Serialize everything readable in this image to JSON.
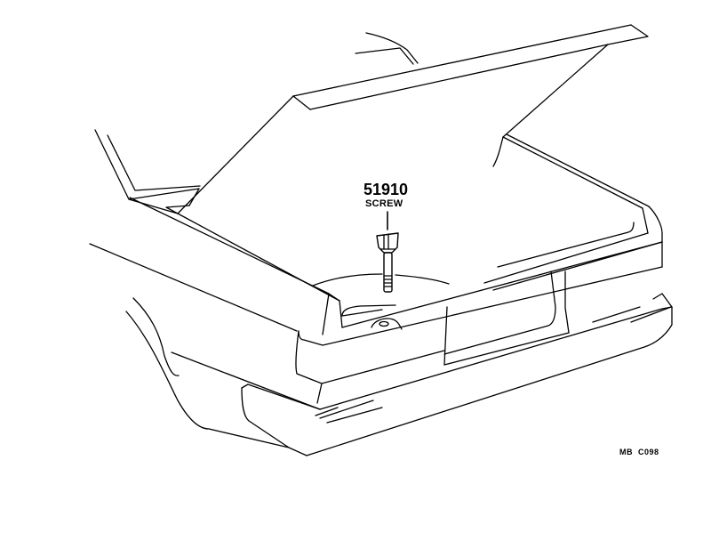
{
  "diagram": {
    "subject": "Rear trunk lid (open) with screw part callout",
    "callouts": [
      {
        "part_number": "51910",
        "part_name": "SCREW"
      }
    ],
    "reference_code": "MB C098",
    "colors": {
      "line": "#000000",
      "background": "#ffffff"
    }
  }
}
